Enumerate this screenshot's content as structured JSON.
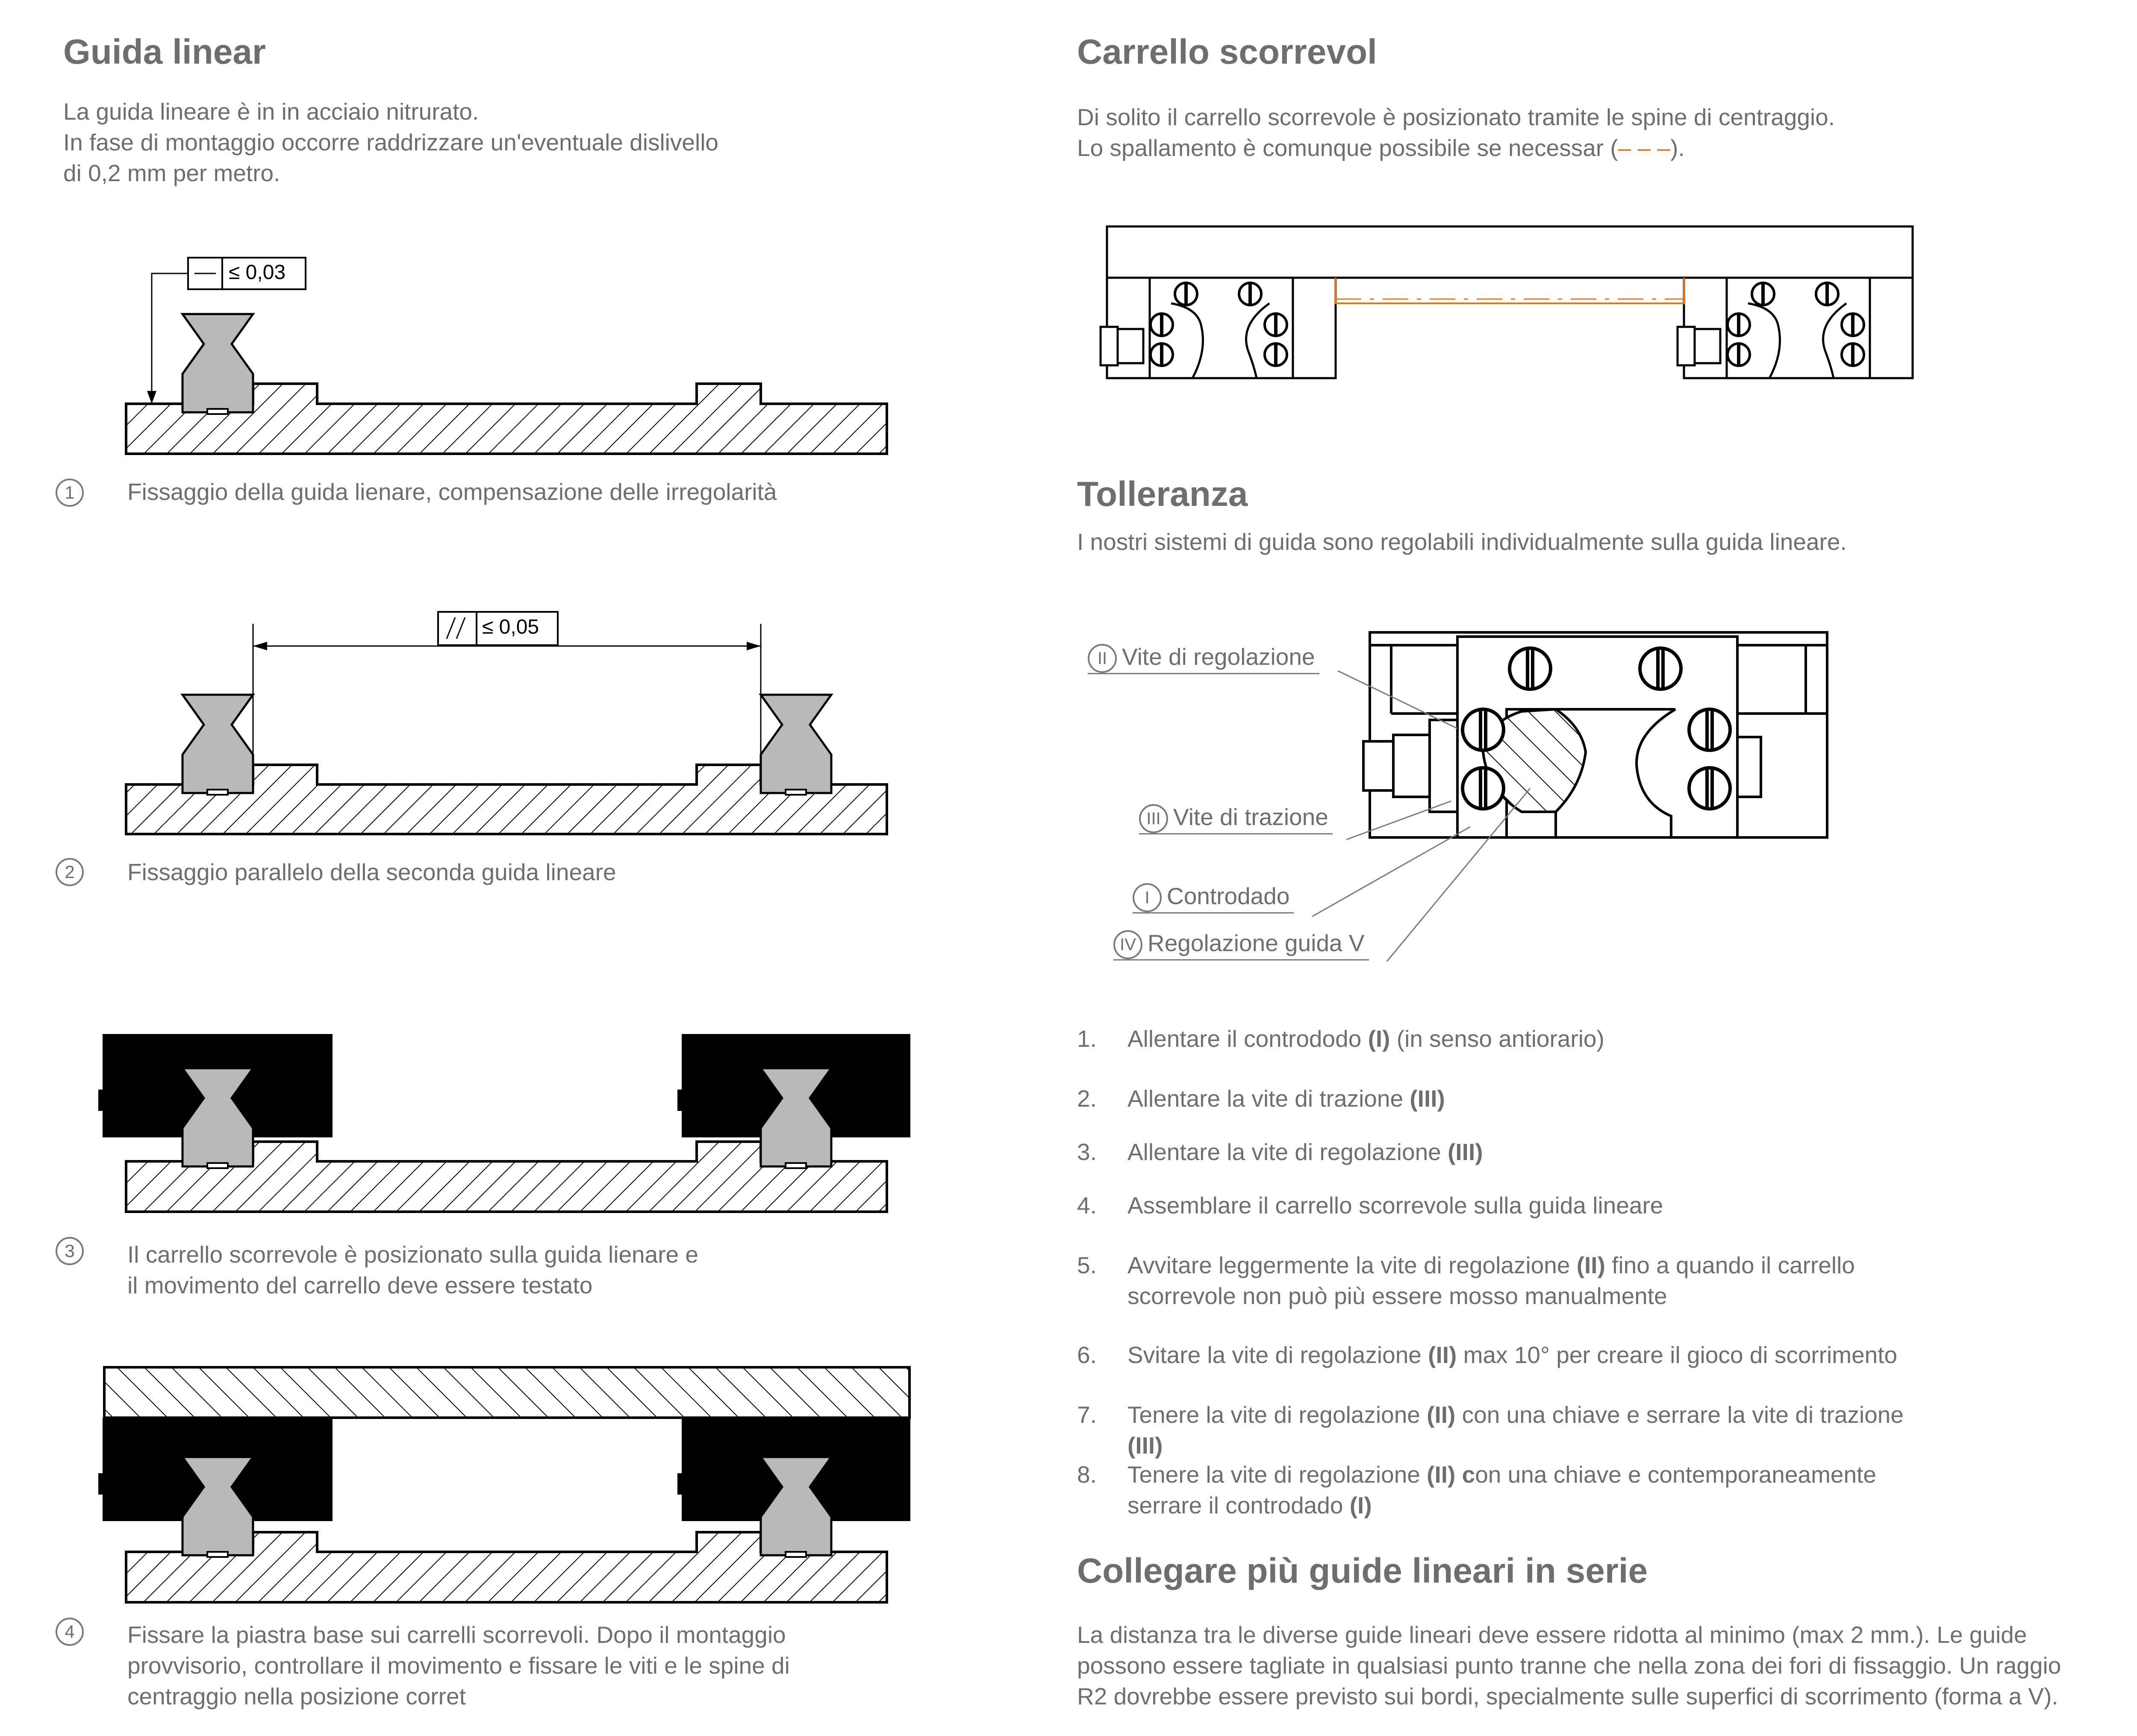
{
  "left": {
    "title": "Guida linear",
    "intro": "La guida lineare è in in acciaio nitrurato.\nIn fase di montaggio occorre raddrizzare un'eventuale dislivello\ndi 0,2 mm per metro.",
    "fig1": {
      "tolerance_symbol": "—",
      "tolerance_value": "≤ 0,03",
      "number": "1",
      "caption": "Fissaggio della guida lienare, compensazione delle irregolarità"
    },
    "fig2": {
      "tolerance_symbol": "//",
      "tolerance_value": "≤ 0,05",
      "number": "2",
      "caption": "Fissaggio parallelo della seconda guida lineare"
    },
    "fig3": {
      "number": "3",
      "caption": "Il carrello scorrevole è posizionato sulla guida lienare e\nil movimento del carrello deve essere testato"
    },
    "fig4": {
      "number": "4",
      "caption": "Fissare la piastra base sui carrelli scorrevoli. Dopo il montaggio\nprovvisorio, controllare il movimento e fissare le viti e le spine di\ncentraggio nella posizione corret"
    }
  },
  "right": {
    "carrello": {
      "title": "Carrello scorrevol",
      "line1": "Di solito il carrello scorrevole è posizionato tramite le spine di centraggio.",
      "line2_before": "Lo spallamento è comunque possibile se necessar (",
      "line2_dash": "– – –",
      "line2_after": ")."
    },
    "tolleranza": {
      "title": "Tolleranza",
      "text": "I nostri sistemi di guida sono regolabili individualmente sulla guida lineare.",
      "callouts": [
        {
          "roman": "II",
          "label": "Vite di regolazione"
        },
        {
          "roman": "III",
          "label": "Vite di trazione"
        },
        {
          "roman": "I",
          "label": "Controdado"
        },
        {
          "roman": "IV",
          "label": "Regolazione guida V"
        }
      ]
    },
    "steps": [
      {
        "n": "1.",
        "parts": [
          {
            "t": "Allentare il contrododo "
          },
          {
            "b": "(I)"
          },
          {
            "t": " (in senso antiorario)"
          }
        ]
      },
      {
        "n": "2.",
        "parts": [
          {
            "t": "Allentare la vite di trazione "
          },
          {
            "b": "(III)"
          }
        ]
      },
      {
        "n": "3.",
        "parts": [
          {
            "t": "Allentare la vite di regolazione "
          },
          {
            "b": "(III)"
          }
        ]
      },
      {
        "n": "4.",
        "parts": [
          {
            "t": "Assemblare il carrello scorrevole sulla guida lineare"
          }
        ]
      },
      {
        "n": "5.",
        "parts": [
          {
            "t": "Avvitare leggermente la vite di regolazione "
          },
          {
            "b": "(II)"
          },
          {
            "t": " fino a quando il carrello\nscorrevole non può più essere mosso manualmente"
          }
        ]
      },
      {
        "n": "6.",
        "parts": [
          {
            "t": "Svitare la vite di regolazione "
          },
          {
            "b": "(II)"
          },
          {
            "t": " max 10° per creare il gioco di scorrimento"
          }
        ]
      },
      {
        "n": "7.",
        "parts": [
          {
            "t": "Tenere la vite di regolazione "
          },
          {
            "b": "(II)"
          },
          {
            "t": " con una chiave e serrare la vite di trazione\n"
          },
          {
            "b": "(III)"
          }
        ]
      },
      {
        "n": "8.",
        "parts": [
          {
            "t": "Tenere la vite di regolazione "
          },
          {
            "b": "(II) c"
          },
          {
            "t": "on una chiave e contemporaneamente\nserrare il controdado "
          },
          {
            "b": "(I)"
          }
        ]
      }
    ],
    "serie": {
      "title": "Collegare più guide lineari in serie",
      "text": "La distanza tra le diverse guide lineari deve essere ridotta al minimo (max 2 mm.). Le guide\npossono essere tagliate in qualsiasi punto tranne che nella zona dei fori di fissaggio. Un raggio\nR2 dovrebbe essere previsto sui bordi, specialmente sulle superfici di scorrimento (forma a V)."
    }
  },
  "colors": {
    "text": "#6e6e6e",
    "rail": "#b9b9b9",
    "carriage": "#000000",
    "accent": "#e8751a"
  }
}
